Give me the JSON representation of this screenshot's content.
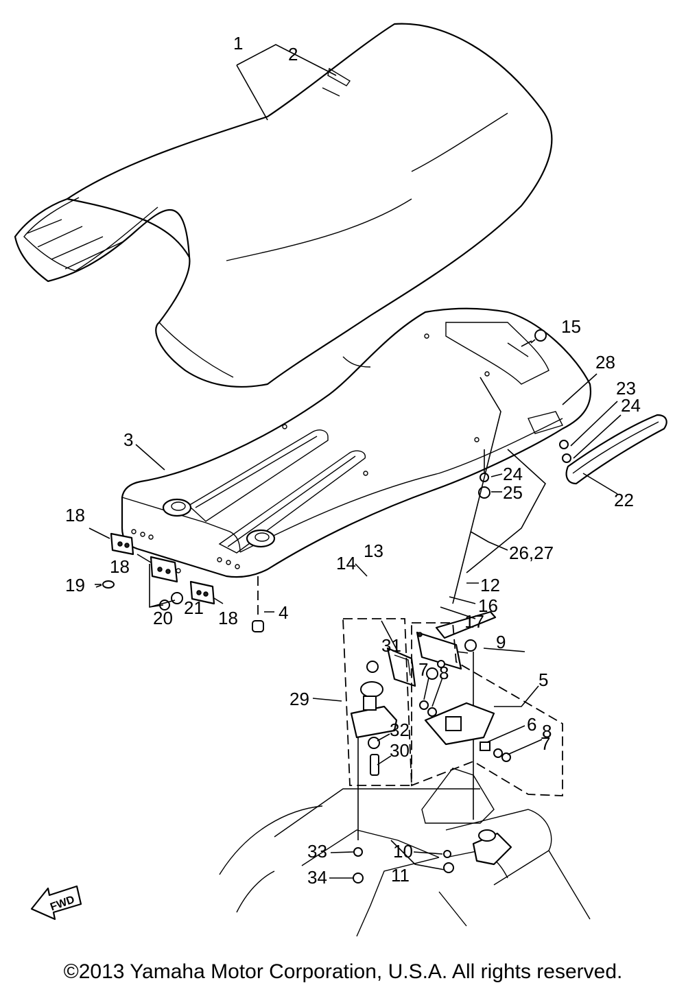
{
  "callouts": [
    {
      "id": "c1",
      "label": "1"
    },
    {
      "id": "c2",
      "label": "2"
    },
    {
      "id": "c3",
      "label": "3"
    },
    {
      "id": "c4",
      "label": "4"
    },
    {
      "id": "c5",
      "label": "5"
    },
    {
      "id": "c6",
      "label": "6"
    },
    {
      "id": "c7a",
      "label": "7"
    },
    {
      "id": "c7b",
      "label": "7"
    },
    {
      "id": "c8a",
      "label": "8"
    },
    {
      "id": "c8b",
      "label": "8"
    },
    {
      "id": "c9",
      "label": "9"
    },
    {
      "id": "c10",
      "label": "10"
    },
    {
      "id": "c11",
      "label": "11"
    },
    {
      "id": "c12",
      "label": "12"
    },
    {
      "id": "c13",
      "label": "13"
    },
    {
      "id": "c14",
      "label": "14"
    },
    {
      "id": "c15",
      "label": "15"
    },
    {
      "id": "c16",
      "label": "16"
    },
    {
      "id": "c17",
      "label": "17"
    },
    {
      "id": "c18a",
      "label": "18"
    },
    {
      "id": "c18b",
      "label": "18"
    },
    {
      "id": "c18c",
      "label": "18"
    },
    {
      "id": "c19",
      "label": "19"
    },
    {
      "id": "c20",
      "label": "20"
    },
    {
      "id": "c21",
      "label": "21"
    },
    {
      "id": "c22",
      "label": "22"
    },
    {
      "id": "c23",
      "label": "23"
    },
    {
      "id": "c24a",
      "label": "24"
    },
    {
      "id": "c24b",
      "label": "24"
    },
    {
      "id": "c25",
      "label": "25"
    },
    {
      "id": "c2627",
      "label": "26,27"
    },
    {
      "id": "c28",
      "label": "28"
    },
    {
      "id": "c29",
      "label": "29"
    },
    {
      "id": "c30",
      "label": "30"
    },
    {
      "id": "c31",
      "label": "31"
    },
    {
      "id": "c32",
      "label": "32"
    },
    {
      "id": "c33",
      "label": "33"
    },
    {
      "id": "c34",
      "label": "34"
    }
  ],
  "fwd_label": "FWD",
  "copyright": "©2013 Yamaha Motor Corporation, U.S.A. All rights reserved.",
  "colors": {
    "ink": "#000000",
    "paper": "#ffffff"
  }
}
